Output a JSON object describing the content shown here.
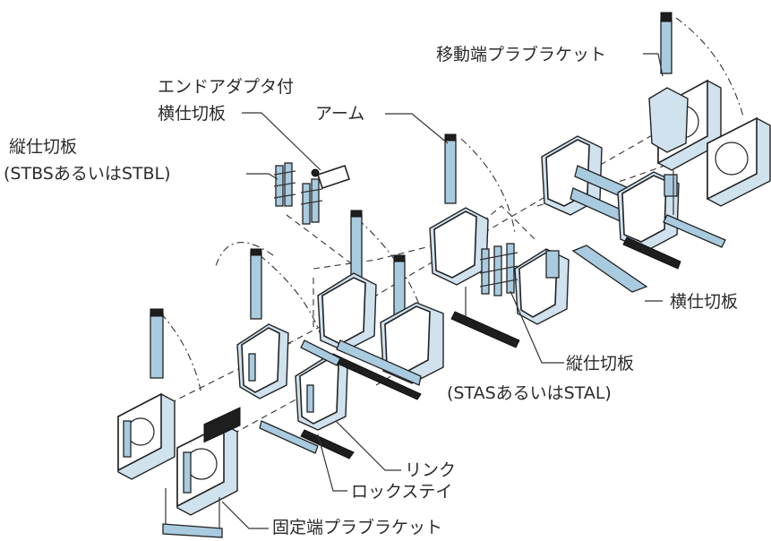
{
  "labels": {
    "moving_end_bracket": "移動端プラブラケット",
    "end_adapter_line1": "エンドアダプタ付",
    "end_adapter_line2": "横仕切板",
    "arm": "アーム",
    "vertical_divider_top_line1": "縦仕切板",
    "vertical_divider_top_line2": "(STBSあるいはSTBL)",
    "horizontal_divider": "横仕切板",
    "vertical_divider_mid_line1": "縦仕切板",
    "vertical_divider_mid_line2": "(STASあるいはSTAL)",
    "link": "リンク",
    "lock_stay": "ロックステイ",
    "fixed_end_bracket": "固定端プラブラケット"
  },
  "colors": {
    "part_fill": "#a9cbe0",
    "outline": "#222222",
    "text": "#2b2b2b"
  }
}
